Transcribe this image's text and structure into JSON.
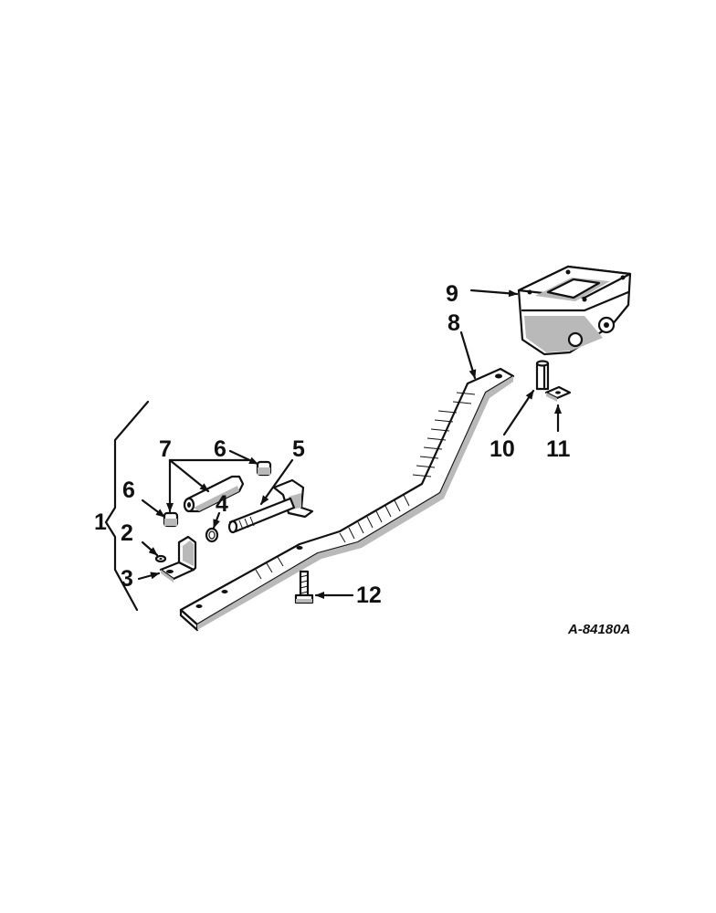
{
  "diagram": {
    "figure_id": "A-84180A",
    "callouts": {
      "c1": "1",
      "c2": "2",
      "c3": "3",
      "c4": "4",
      "c5": "5",
      "c6a": "6",
      "c6b": "6",
      "c7": "7",
      "c8": "8",
      "c9": "9",
      "c10": "10",
      "c11": "11",
      "c12": "12"
    },
    "colors": {
      "ink": "#111111",
      "paper": "#ffffff",
      "shading": "#b9b9b9"
    }
  }
}
